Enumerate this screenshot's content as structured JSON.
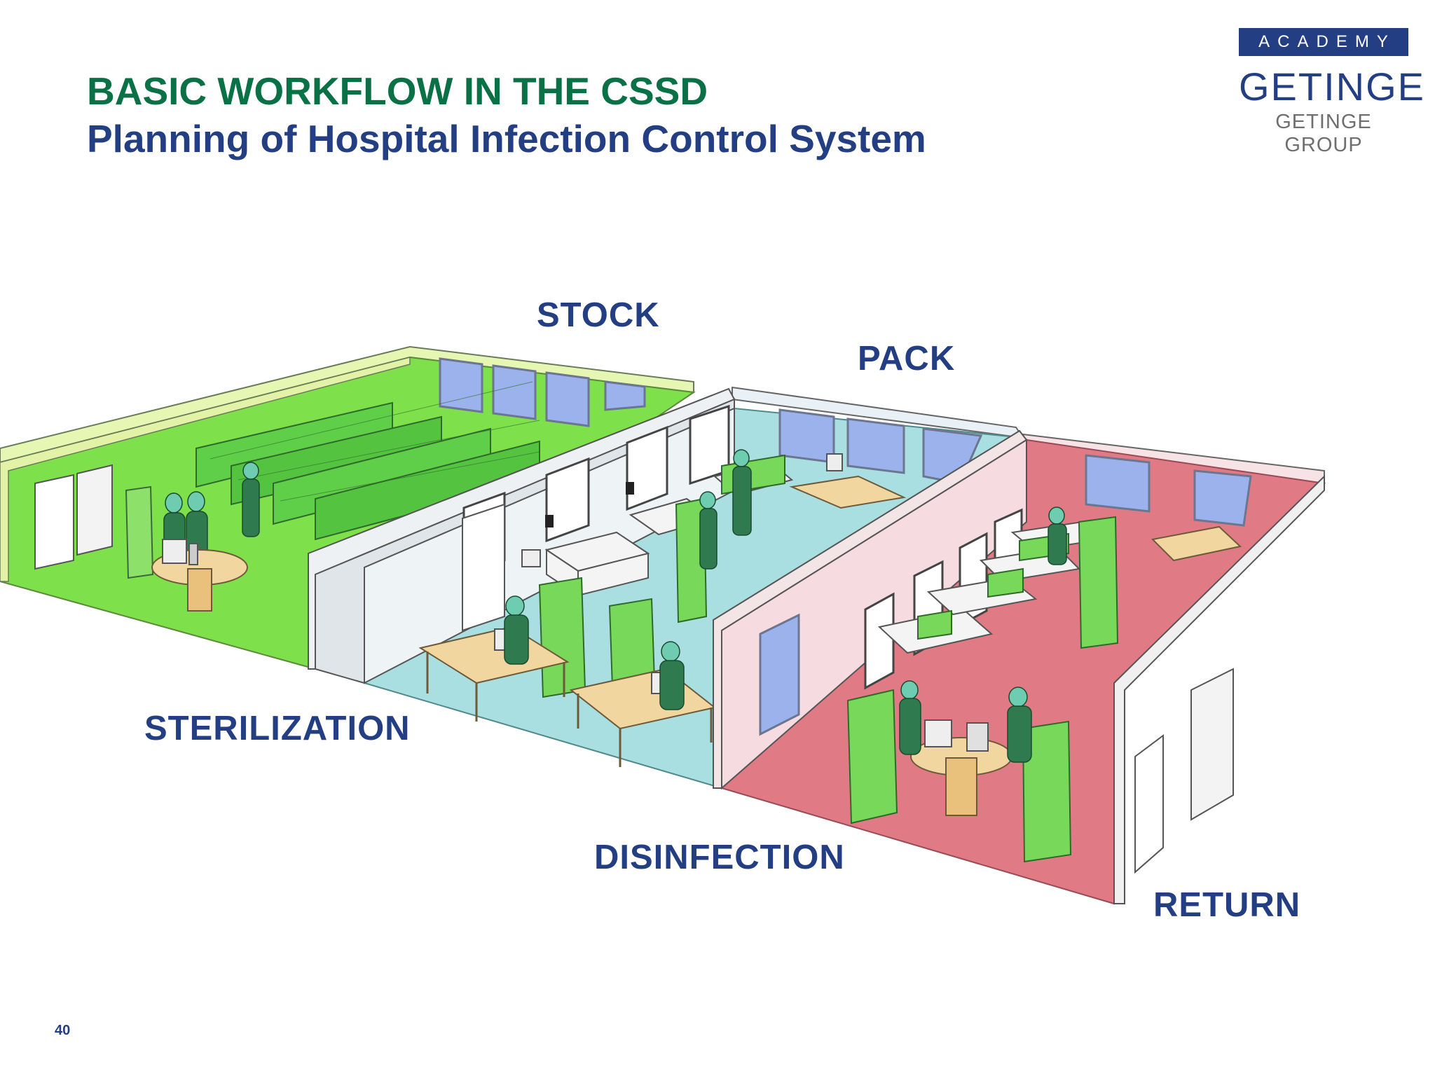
{
  "slide": {
    "title": "BASIC WORKFLOW IN THE CSSD",
    "subtitle": "Planning of Hospital Infection Control System",
    "page_number": "40"
  },
  "logo": {
    "academy": "ACADEMY",
    "brand": "GETINGE",
    "group": "GETINGE GROUP"
  },
  "zones": {
    "stock": "STOCK",
    "pack": "PACK",
    "sterilization": "STERILIZATION",
    "disinfection": "DISINFECTION",
    "return": "RETURN"
  },
  "colors": {
    "title_green": "#0a7146",
    "navy": "#233e82",
    "stock_floor": "#7ee04a",
    "stock_wall": "#e6f7b3",
    "pack_floor": "#a9dfe0",
    "clean_wall": "#eef4f6",
    "dirty_floor": "#e07a85",
    "dirty_wall": "#f6dbe0",
    "staff": "#2f7a4f",
    "rack": "#5fcf4a"
  },
  "icons": [
    "rack-icon",
    "staff-icon",
    "workstation-icon",
    "window-icon",
    "door-icon",
    "washer-icon",
    "sterilizer-icon"
  ]
}
